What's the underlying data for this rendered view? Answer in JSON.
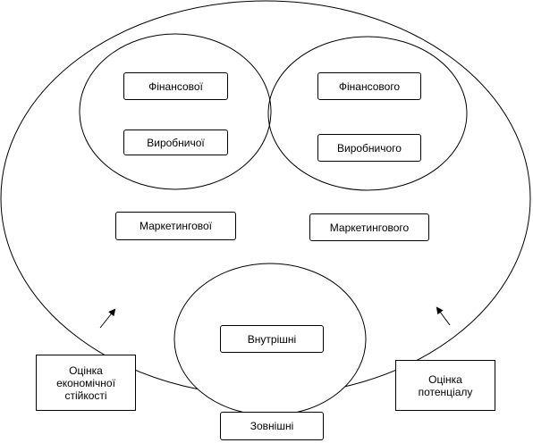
{
  "diagram": {
    "left_ellipse_labels": [
      "Фінансової",
      "Виробничої"
    ],
    "right_ellipse_labels": [
      "Фінансового",
      "Виробничого"
    ],
    "left_marketing": "Маркетингової",
    "right_marketing": "Маркетингового",
    "inner_label": "Внутрішні",
    "outer_label": "Зовнішні",
    "left_note_lines": [
      "Оцінка",
      "економічної",
      "стійкості"
    ],
    "right_note_lines": [
      "Оцінка",
      "потенціалу"
    ],
    "stroke_color": "#000000"
  }
}
